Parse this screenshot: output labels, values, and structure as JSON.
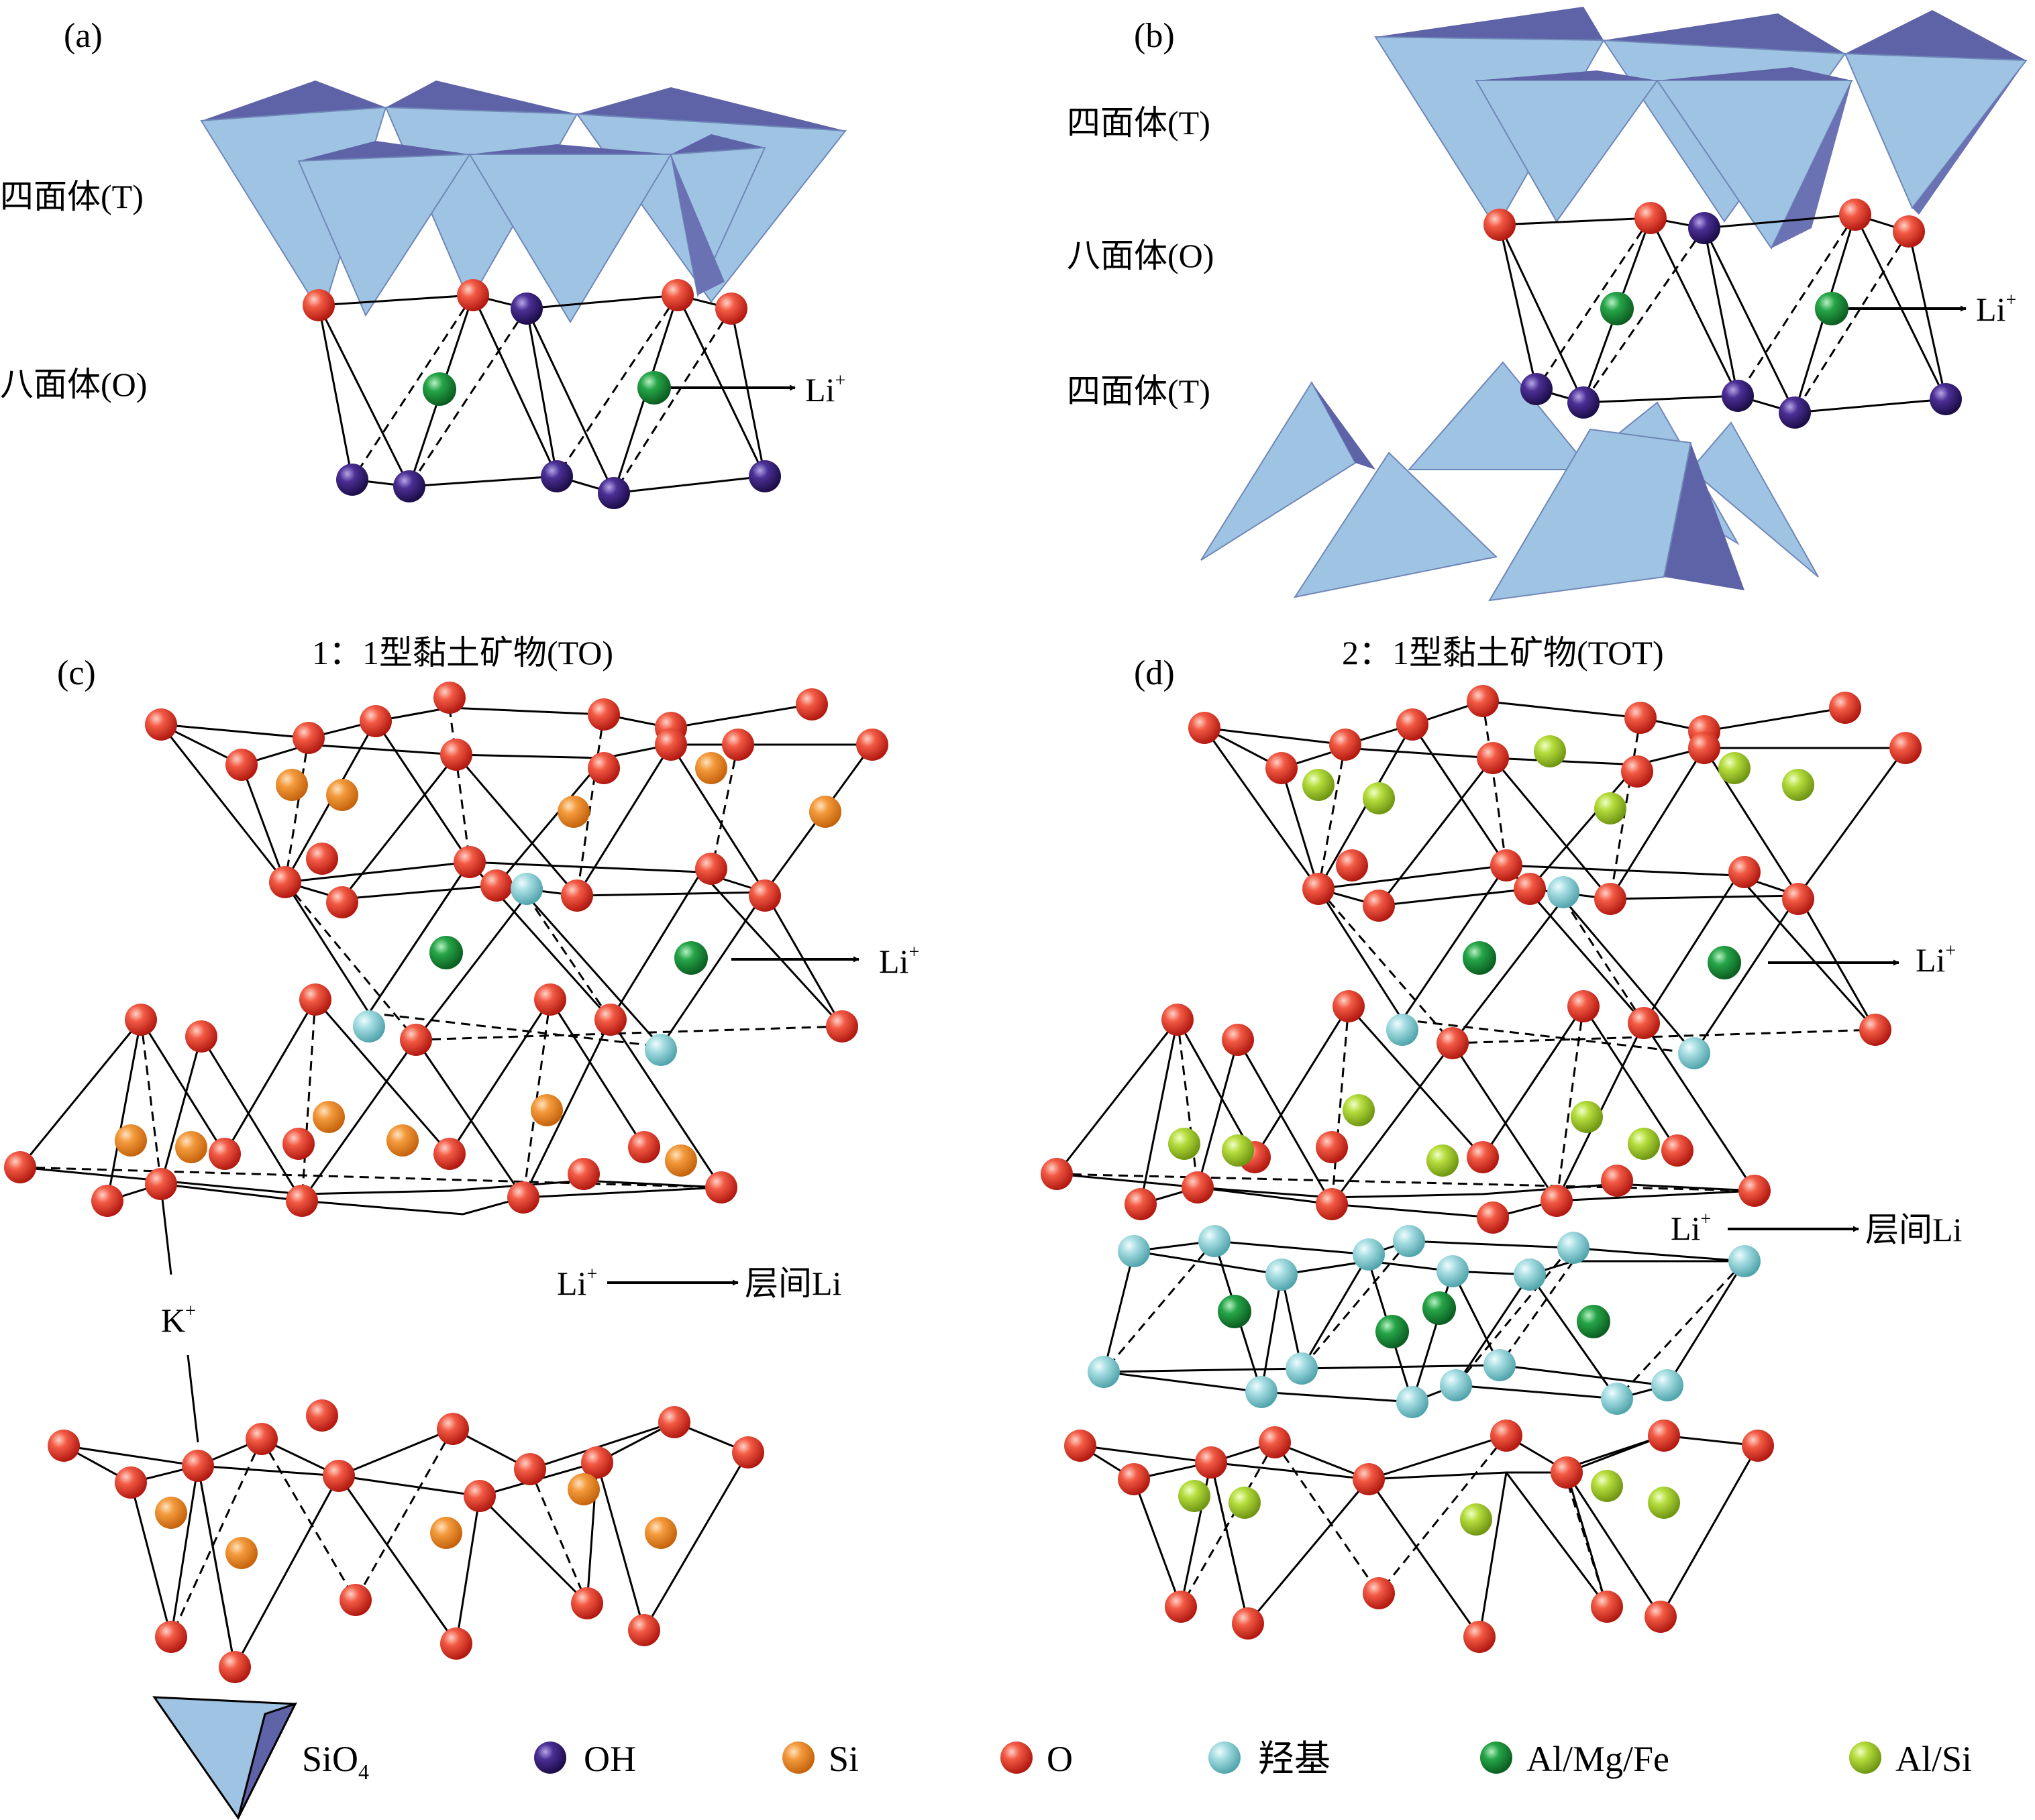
{
  "panels": {
    "a": {
      "label": "(a)",
      "layer_t": "四面体(T)",
      "layer_o": "八面体(O)",
      "ion": "Li"
    },
    "b": {
      "label": "(b)",
      "layer_t_top": "四面体(T)",
      "layer_o": "八面体(O)",
      "layer_t_bottom": "四面体(T)",
      "ion": "Li"
    },
    "c": {
      "label": "(c)",
      "title": "1：1型黏土矿物(TO)",
      "ion": "Li",
      "interlayer_ion": "Li",
      "interlayer_target": "层间Li",
      "k_ion": "K"
    },
    "d": {
      "label": "(d)",
      "title": "2：1型黏土矿物(TOT)",
      "ion": "Li",
      "interlayer_ion": "Li",
      "interlayer_target": "层间Li"
    }
  },
  "legend": [
    {
      "key": "sio4",
      "label": "SiO",
      "sub": "4",
      "shape": "tetrahedron",
      "color": "#9fc3e2"
    },
    {
      "key": "oh",
      "label": "OH",
      "shape": "sphere",
      "color": "#3b1f7a"
    },
    {
      "key": "si",
      "label": "Si",
      "shape": "sphere",
      "color": "#f08a2a"
    },
    {
      "key": "o",
      "label": "O",
      "shape": "sphere",
      "color": "#e8342a"
    },
    {
      "key": "hydroxyl",
      "label": "羟基",
      "shape": "sphere",
      "color": "#8fd3d8"
    },
    {
      "key": "almgfe",
      "label": "Al/Mg/Fe",
      "shape": "sphere",
      "color": "#1f9a3e"
    },
    {
      "key": "alsi",
      "label": "Al/Si",
      "shape": "sphere",
      "color": "#a8d22f"
    }
  ],
  "colors": {
    "tetra_face": "#9fc3e2",
    "tetra_dark": "#5e63a8",
    "edge": "#000000"
  }
}
